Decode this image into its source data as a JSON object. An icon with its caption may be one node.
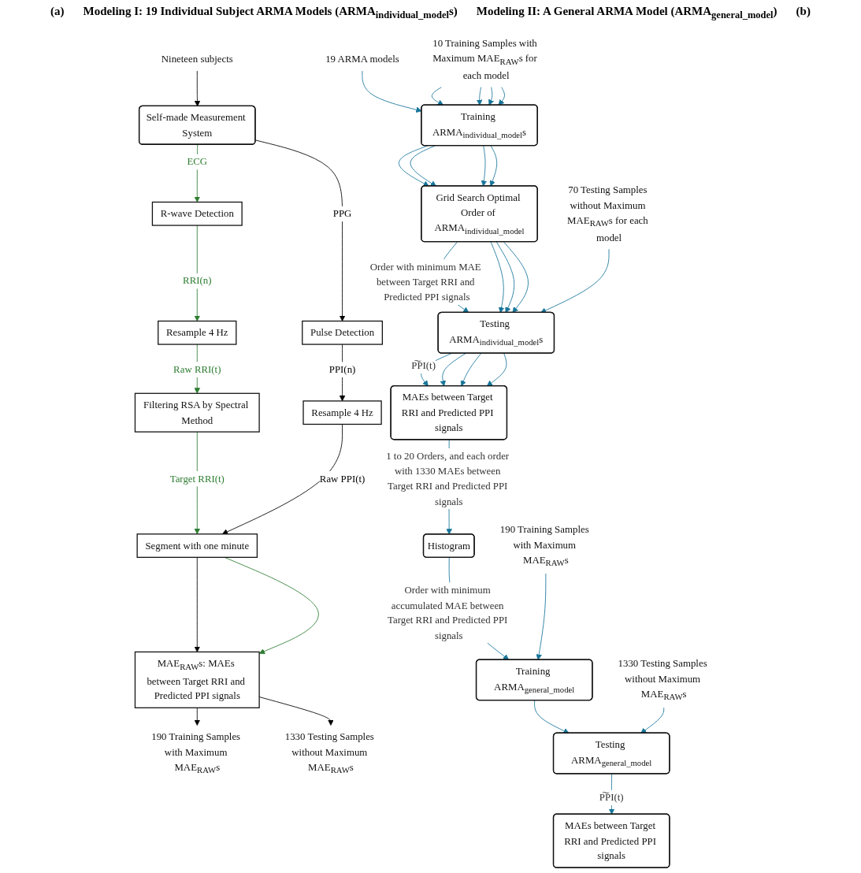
{
  "diagram": {
    "nodes": [
      {
        "text": [
          "Self-made Measurement System"
        ]
      },
      {
        "text": [
          "Nineteen subjects"
        ]
      },
      {
        "text": [
          "R-wave Detection"
        ]
      },
      {
        "text": [
          "Resample 4 Hz"
        ]
      },
      {
        "text": [
          "Filtering RSA by Spectral Method"
        ]
      },
      {
        "text": [
          "Pulse Detection"
        ]
      },
      {
        "text": [
          "Resample 4 Hz"
        ]
      },
      {
        "text": [
          "Segment with one minute"
        ]
      },
      {
        "text": [
          "MAE$_{RAW}$s: MAEs between Target RRI and Predicted PPI signals"
        ]
      },
      {
        "text": [
          "190 Training Samples with Maximum MAE$_{RAW}$s"
        ]
      },
      {
        "text": [
          "1330 Testing Samples without Maximum MAE$_{RAW}$s"
        ]
      },
      {
        "text": [
          "19 ARMA models"
        ]
      },
      {
        "text": [
          "Training ARMA$_{individual_model}$s"
        ]
      },
      {
        "text": [
          "Grid Search Optimal Order of ARMA$_{individual_model}$"
        ]
      },
      {
        "text": [
          "Testing ARMA$_{individual_model}$s"
        ]
      },
      {
        "text": [
          "MAEs between Target RRI and Predicted PPI signals"
        ]
      },
      {
        "text": [
          "10 Training Samples with Maximum MAE$_{RAW}$s for each model"
        ]
      },
      {
        "text": [
          "70 Testing Samples without Maximum MAE$_{RAW}$s for each model"
        ]
      },
      {
        "text": [
          "Histogram"
        ]
      },
      {
        "text": [
          "Training ARMA$_{general_model}$"
        ]
      },
      {
        "text": [
          "Testing ARMA$_{general_model}$"
        ]
      },
      {
        "text": [
          "MAEs between Target RRI and Predicted PPI signals"
        ]
      },
      {
        "text": [
          "190 Training Samples with Maximum MAE$_{RAW}$s"
        ]
      },
      {
        "text": [
          "1330 Testing Samples without Maximum MAE$_{RAW}$s"
        ]
      }
    ],
    "edges": [
      {
        "from": 1,
        "to": 0,
        "arrow": "to",
        "color": "#000000"
      },
      {
        "from": 0,
        "to": 2,
        "arrow": "to",
        "label": "ECG",
        "color": "#2e7d32"
      },
      {
        "from": 2,
        "to": 3,
        "arrow": "to",
        "label": "RRI(n)",
        "color": "#2e7d32"
      },
      {
        "from": 3,
        "to": 4,
        "arrow": "to",
        "label": "Raw RRI(t)",
        "color": "#2e7d32"
      },
      {
        "from": 4,
        "to": 7,
        "arrow": "to",
        "label": "Target RRI(t)",
        "color": "#2e7d32"
      },
      {
        "from": 0,
        "to": 5,
        "arrow": "to",
        "label": "PPG",
        "color": "#000000"
      },
      {
        "from": 5,
        "to": 6,
        "arrow": "to",
        "label": "PPI(n)",
        "color": "#000000"
      },
      {
        "from": 6,
        "to": 7,
        "arrow": "to",
        "label": "Raw PPI(t)",
        "color": "#000000"
      },
      {
        "from": 7,
        "to": 8,
        "arrow": "to",
        "color": "#000000"
      },
      {
        "from": 7,
        "to": 8,
        "arrow": "to",
        "color": "#2e7d32"
      },
      {
        "from": 8,
        "to": 9,
        "arrow": "to",
        "color": "#000000"
      },
      {
        "from": 8,
        "to": 10,
        "arrow": "to",
        "color": "#000000"
      },
      {
        "from": 11,
        "to": 12,
        "arrow": "to"
      },
      {
        "from": 16,
        "to": 12,
        "arrow": "to"
      },
      {
        "from": 16,
        "to": 12,
        "arrow": "to"
      },
      {
        "from": 16,
        "to": 12,
        "arrow": "to"
      },
      {
        "from": 16,
        "to": 12,
        "arrow": "to"
      },
      {
        "from": 12,
        "to": 13,
        "arrow": "to"
      },
      {
        "from": 12,
        "to": 13,
        "arrow": "to"
      },
      {
        "from": 12,
        "to": 13,
        "arrow": "to"
      },
      {
        "from": 12,
        "to": 13,
        "arrow": "to"
      },
      {
        "from": 13,
        "to": 14,
        "arrow": "to",
        "label": "Order with minimum MAE between Target RRI and Predicted PPI signals"
      },
      {
        "from": 13,
        "to": 14,
        "arrow": "to"
      },
      {
        "from": 13,
        "to": 14,
        "arrow": "to"
      },
      {
        "from": 13,
        "to": 14,
        "arrow": "to"
      },
      {
        "from": 17,
        "to": 14,
        "arrow": "to"
      },
      {
        "from": 14,
        "to": 15,
        "arrow": "to",
        "label": "P͠PI(t)"
      },
      {
        "from": 14,
        "to": 15,
        "arrow": "to"
      },
      {
        "from": 14,
        "to": 15,
        "arrow": "to"
      },
      {
        "from": 14,
        "to": 15,
        "arrow": "to"
      },
      {
        "from": 15,
        "to": 18,
        "arrow": "to",
        "label": "1 to 20 Orders, and each order with 1330 MAEs between Target RRI and Predicted PPI signals"
      },
      {
        "from": 18,
        "to": 19,
        "arrow": "to",
        "label": "Order with minimum accumulated MAE between Target RRI and Predicted PPI signals"
      },
      {
        "from": 22,
        "to": 19,
        "arrow": "to"
      },
      {
        "from": 19,
        "to": 20,
        "arrow": "to"
      },
      {
        "from": 23,
        "to": 20,
        "arrow": "to"
      },
      {
        "from": 20,
        "to": 21,
        "arrow": "to",
        "label": "P͠PI(t)"
      }
    ],
    "labels": [
      "(a)",
      "Modeling I: 19 Individual Subject ARMA Models (ARMA$_{individual_model}$s)",
      "Modeling II: A General ARMA Model (ARMA$_{general_model}$)",
      "(b)"
    ]
  }
}
